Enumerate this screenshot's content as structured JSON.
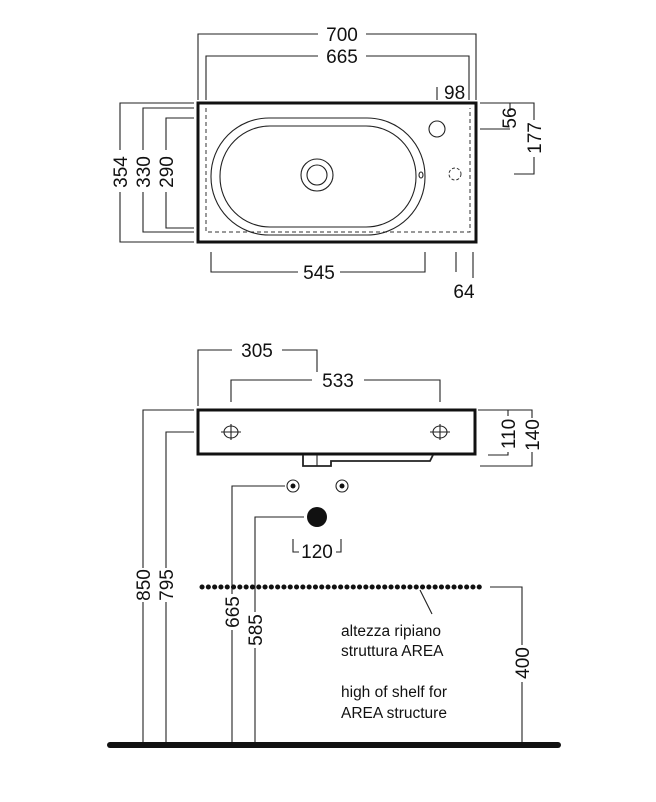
{
  "top_view": {
    "dim_overall_width": "700",
    "dim_bowl_width": "665",
    "dim_tap_offset": "98",
    "dim_tap_to_back": "56",
    "dim_overflow_to_back": "177",
    "dim_depth_overall": "354",
    "dim_depth_inner": "330",
    "dim_depth_bowl": "290",
    "dim_bowl_length": "545",
    "dim_right_margin": "64"
  },
  "front_view": {
    "dim_fix_left": "305",
    "dim_fix_spacing": "533",
    "dim_height_body": "110",
    "dim_height_total": "140",
    "dim_top_height": "850",
    "dim_top_height_inner": "795",
    "dim_supply_height": "665",
    "dim_waste_height": "585",
    "dim_supply_spacing": "120",
    "dim_shelf_height": "400"
  },
  "notes": {
    "it_line1": "altezza ripiano",
    "it_line2": "struttura AREA",
    "en_line1": "high of shelf for",
    "en_line2": "AREA structure"
  }
}
